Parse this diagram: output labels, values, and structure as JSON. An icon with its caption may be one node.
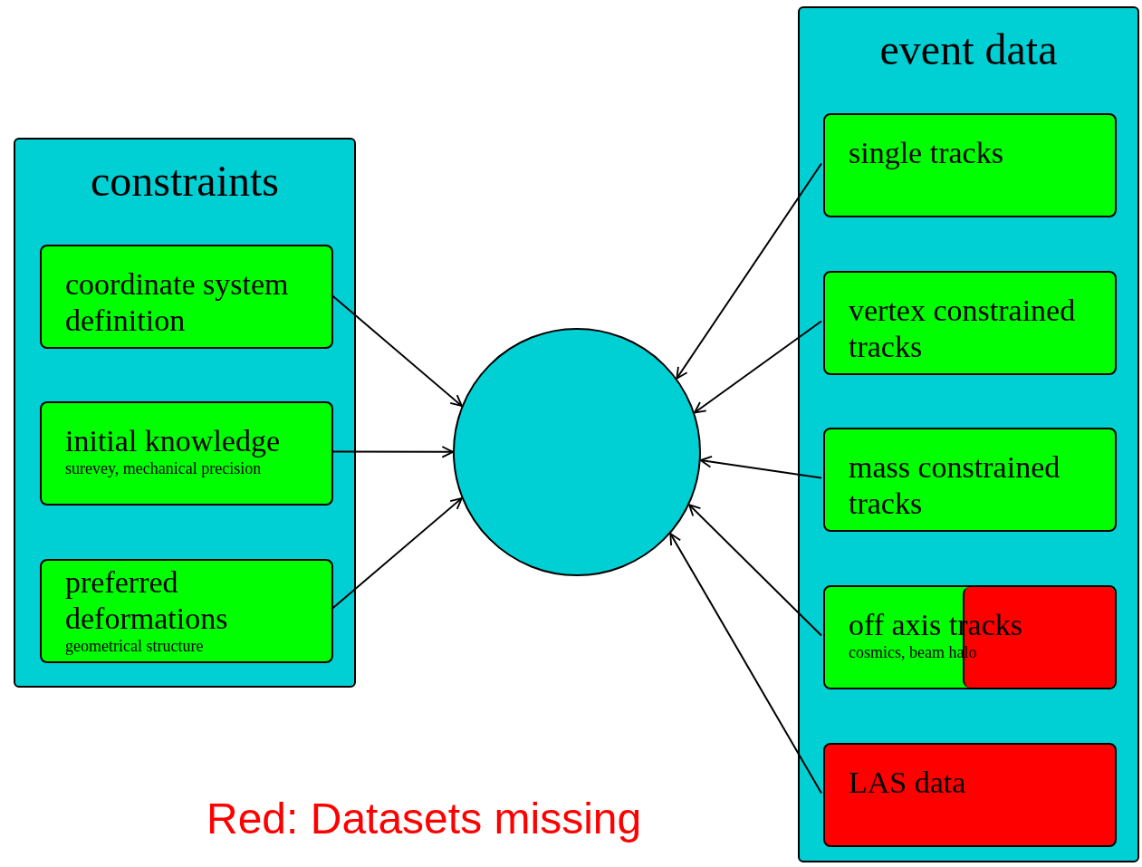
{
  "diagram": {
    "nodes": [
      {
        "text": [
          "constraints"
        ]
      },
      {
        "text": [
          "coordinate system definition"
        ],
        "in": 0
      },
      {
        "text": [
          "initial knowledge",
          "surevey, mechanical precision"
        ],
        "in": 0
      },
      {
        "text": [
          "preferred deformations",
          "geometrical structure"
        ],
        "in": 0
      },
      {
        "text": [],
        "shape": "circle"
      },
      {
        "text": [
          "event data"
        ]
      },
      {
        "text": [
          "single tracks"
        ],
        "in": 5
      },
      {
        "text": [
          "vertex constrained tracks"
        ],
        "in": 5
      },
      {
        "text": [
          "mass constrained tracks"
        ],
        "in": 5
      },
      {
        "text": [
          "off axis tracks",
          "cosmics, beam halo"
        ],
        "in": 5
      },
      {
        "text": [
          "LAS data"
        ],
        "in": 5
      }
    ],
    "edges": [
      {
        "from": 1,
        "to": 4,
        "arrow": "to"
      },
      {
        "from": 2,
        "to": 4,
        "arrow": "to"
      },
      {
        "from": 3,
        "to": 4,
        "arrow": "to"
      },
      {
        "from": 6,
        "to": 4,
        "arrow": "to"
      },
      {
        "from": 7,
        "to": 4,
        "arrow": "to"
      },
      {
        "from": 8,
        "to": 4,
        "arrow": "to"
      },
      {
        "from": 9,
        "to": 4,
        "arrow": "to"
      },
      {
        "from": 10,
        "to": 4,
        "arrow": "to"
      }
    ],
    "labels": [
      "Red: Datasets missing"
    ]
  }
}
